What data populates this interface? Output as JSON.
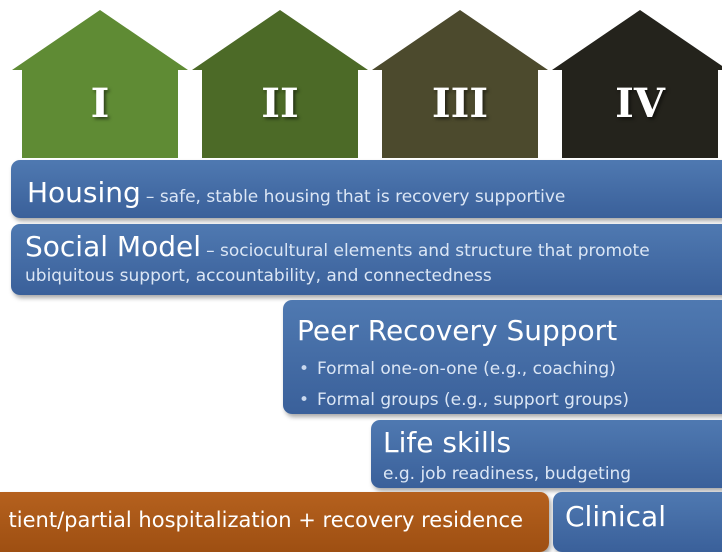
{
  "houses": [
    {
      "numeral": "I",
      "color": "#5f8b34"
    },
    {
      "numeral": "II",
      "color": "#4c6a27"
    },
    {
      "numeral": "III",
      "color": "#4c4a2d"
    },
    {
      "numeral": "IV",
      "color": "#24231c"
    }
  ],
  "housing": {
    "title": "Housing",
    "desc": "– safe, stable housing that is recovery supportive"
  },
  "social_model": {
    "title": "Social Model",
    "desc_line1": "– sociocultural elements and structure that promote",
    "desc_line2": "ubiquitous support, accountability, and connectedness"
  },
  "peer_support": {
    "title": "Peer Recovery Support",
    "bullets": [
      "Formal one-on-one (e.g., coaching)",
      "Formal groups (e.g., support groups)"
    ]
  },
  "life_skills": {
    "title": "Life skills",
    "desc": "e.g. job readiness, budgeting"
  },
  "outpatient": {
    "text": "tient/partial hospitalization + recovery residence"
  },
  "clinical": {
    "title": "Clinical"
  },
  "colors": {
    "blue": "#456ea7",
    "orange": "#a85818"
  }
}
